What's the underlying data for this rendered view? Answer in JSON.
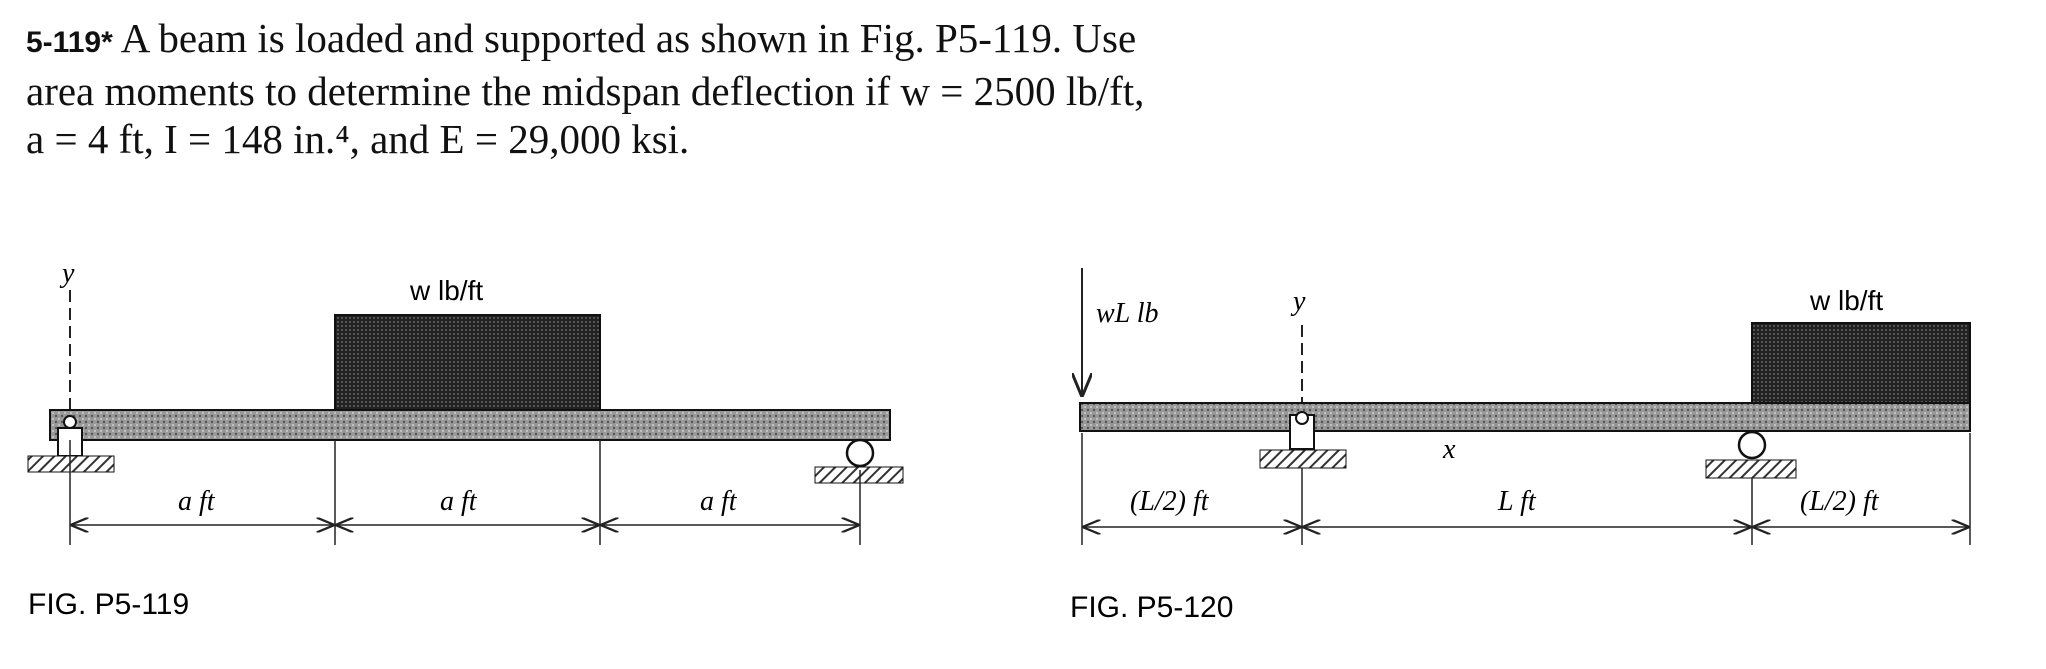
{
  "problem": {
    "number": "5-119*",
    "line1": "A beam is loaded and supported as shown in Fig. P5-119. Use",
    "line2": "area moments to determine the midspan deflection if w = 2500 lb/ft,",
    "line3": "a = 4 ft, I = 148 in.⁴, and E = 29,000 ksi."
  },
  "fig119": {
    "caption": "FIG. P5-119",
    "load_label": "w lb/ft",
    "y_axis": "y",
    "dims": [
      "a ft",
      "a ft",
      "a ft"
    ]
  },
  "fig120": {
    "caption": "FIG. P5-120",
    "point_load": "wL lb",
    "load_label": "w lb/ft",
    "y_axis": "y",
    "x_axis": "x",
    "dims": [
      "(L/2) ft",
      "L ft",
      "(L/2) ft"
    ]
  }
}
